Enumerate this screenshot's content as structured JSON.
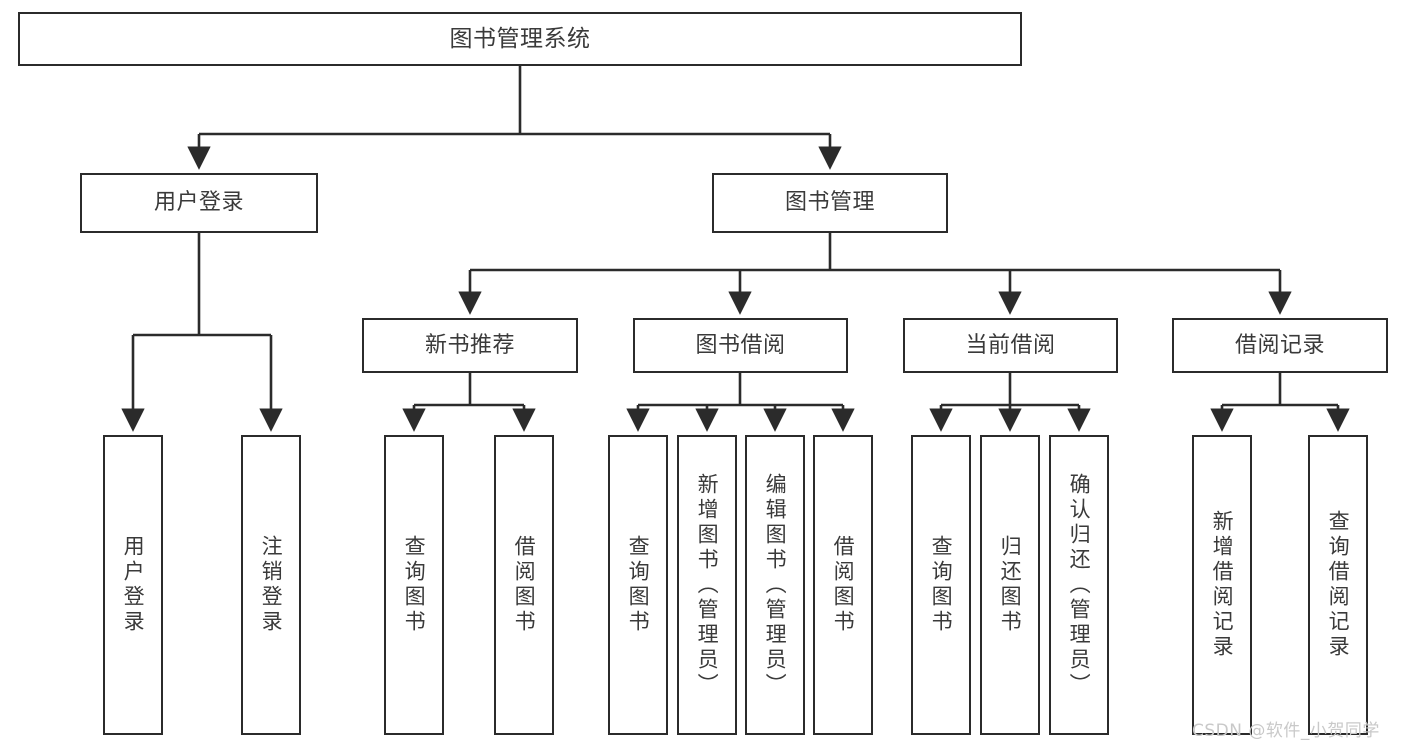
{
  "diagram": {
    "title": "图书管理系统",
    "watermark": "CSDN @软件_小贺同学",
    "colors": {
      "box_border": "#2b2b2b",
      "text": "#3a3a3a",
      "connector": "#2b2b2b",
      "background": "#ffffff",
      "watermark": "#c9c9c9"
    },
    "root": {
      "label": "图书管理系统"
    },
    "level1": [
      {
        "label": "用户登录"
      },
      {
        "label": "图书管理"
      }
    ],
    "level2": [
      {
        "label": "新书推荐"
      },
      {
        "label": "图书借阅"
      },
      {
        "label": "当前借阅"
      },
      {
        "label": "借阅记录"
      }
    ],
    "leaves": {
      "user_login": [
        {
          "label": "用户登录"
        },
        {
          "label": "注销登录"
        }
      ],
      "new_book_recommend": [
        {
          "label": "查询图书"
        },
        {
          "label": "借阅图书"
        }
      ],
      "book_borrow": [
        {
          "label": "查询图书"
        },
        {
          "label": "新增图书（管理员）"
        },
        {
          "label": "编辑图书（管理员）"
        },
        {
          "label": "借阅图书"
        }
      ],
      "current_borrow": [
        {
          "label": "查询图书"
        },
        {
          "label": "归还图书"
        },
        {
          "label": "确认归还（管理员）"
        }
      ],
      "borrow_record": [
        {
          "label": "新增借阅记录"
        },
        {
          "label": "查询借阅记录"
        }
      ]
    }
  }
}
